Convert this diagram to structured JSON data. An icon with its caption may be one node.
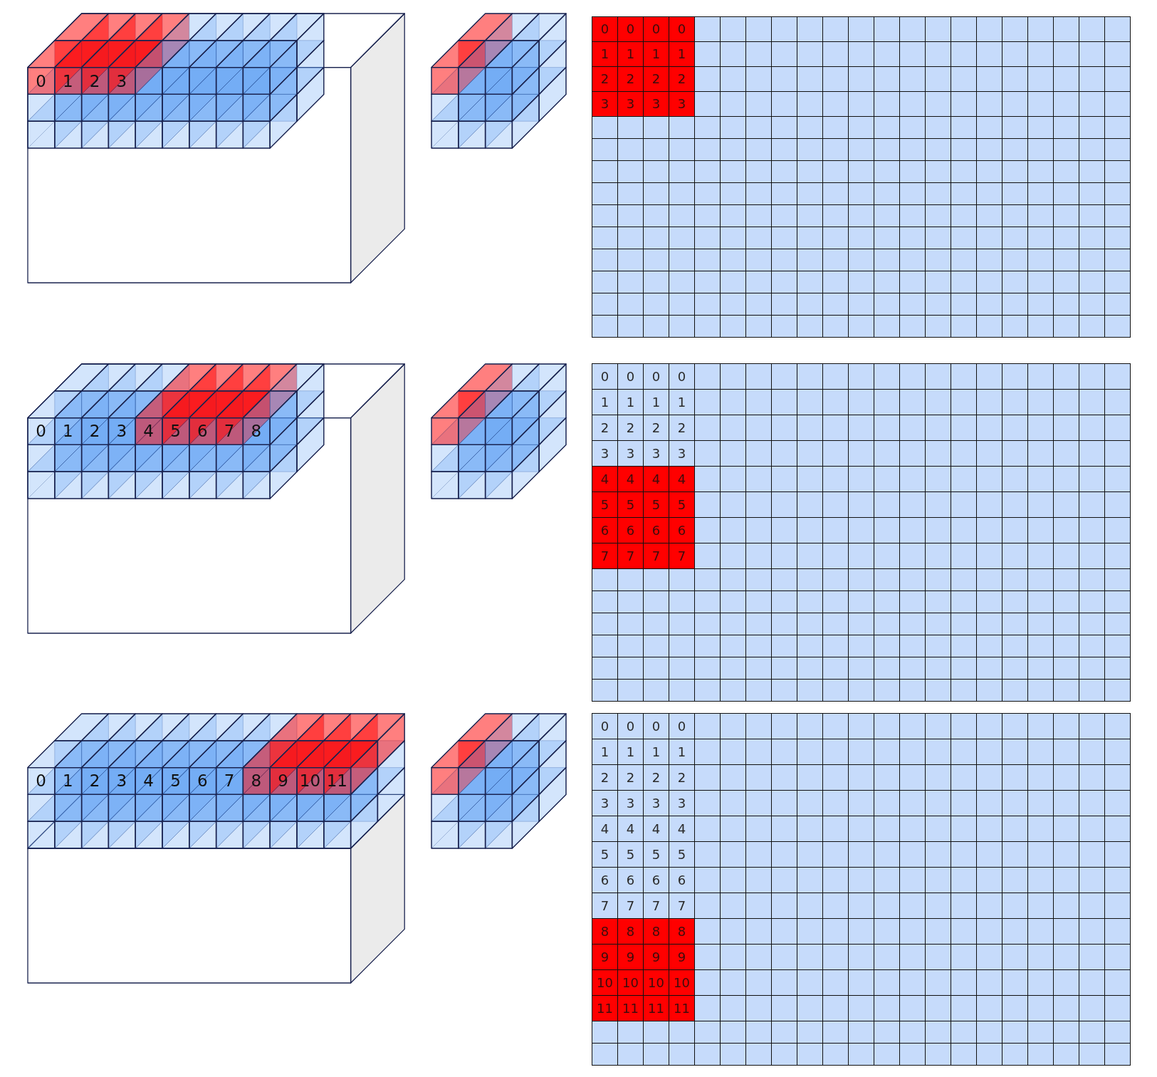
{
  "diagram": {
    "labels": [
      "0",
      "1",
      "2",
      "3",
      "0",
      "0",
      "0",
      "0",
      "1",
      "1",
      "1",
      "1",
      "2",
      "2",
      "2",
      "2",
      "3",
      "3",
      "3",
      "3",
      "0",
      "1",
      "2",
      "3",
      "4",
      "5",
      "6",
      "7",
      "8",
      "0",
      "0",
      "0",
      "0",
      "1",
      "1",
      "1",
      "1",
      "2",
      "2",
      "2",
      "2",
      "3",
      "3",
      "3",
      "3",
      "4",
      "4",
      "4",
      "4",
      "5",
      "5",
      "5",
      "5",
      "6",
      "6",
      "6",
      "6",
      "7",
      "7",
      "7",
      "7",
      "0",
      "1",
      "2",
      "3",
      "4",
      "5",
      "6",
      "7",
      "8",
      "9",
      "10",
      "11",
      "0",
      "0",
      "0",
      "0",
      "1",
      "1",
      "1",
      "1",
      "2",
      "2",
      "2",
      "2",
      "3",
      "3",
      "3",
      "3",
      "4",
      "4",
      "4",
      "4",
      "5",
      "5",
      "5",
      "5",
      "6",
      "6",
      "6",
      "6",
      "7",
      "7",
      "7",
      "7",
      "8",
      "8",
      "8",
      "8",
      "9",
      "9",
      "9",
      "9",
      "10",
      "10",
      "10",
      "10",
      "11",
      "11",
      "11",
      "11"
    ]
  }
}
